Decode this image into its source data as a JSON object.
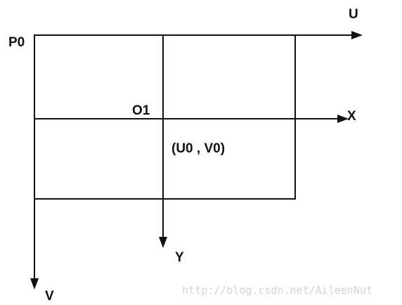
{
  "labels": {
    "u_axis": "U",
    "v_axis": "V",
    "x_axis": "X",
    "y_axis": "Y",
    "origin_p0": "P0",
    "origin_o1": "O1",
    "center_point": "(U0 , V0)"
  },
  "watermark": "http://blog.csdn.net/AileenNut",
  "colors": {
    "line": "#111111",
    "watermark": "#d4d4d4"
  }
}
